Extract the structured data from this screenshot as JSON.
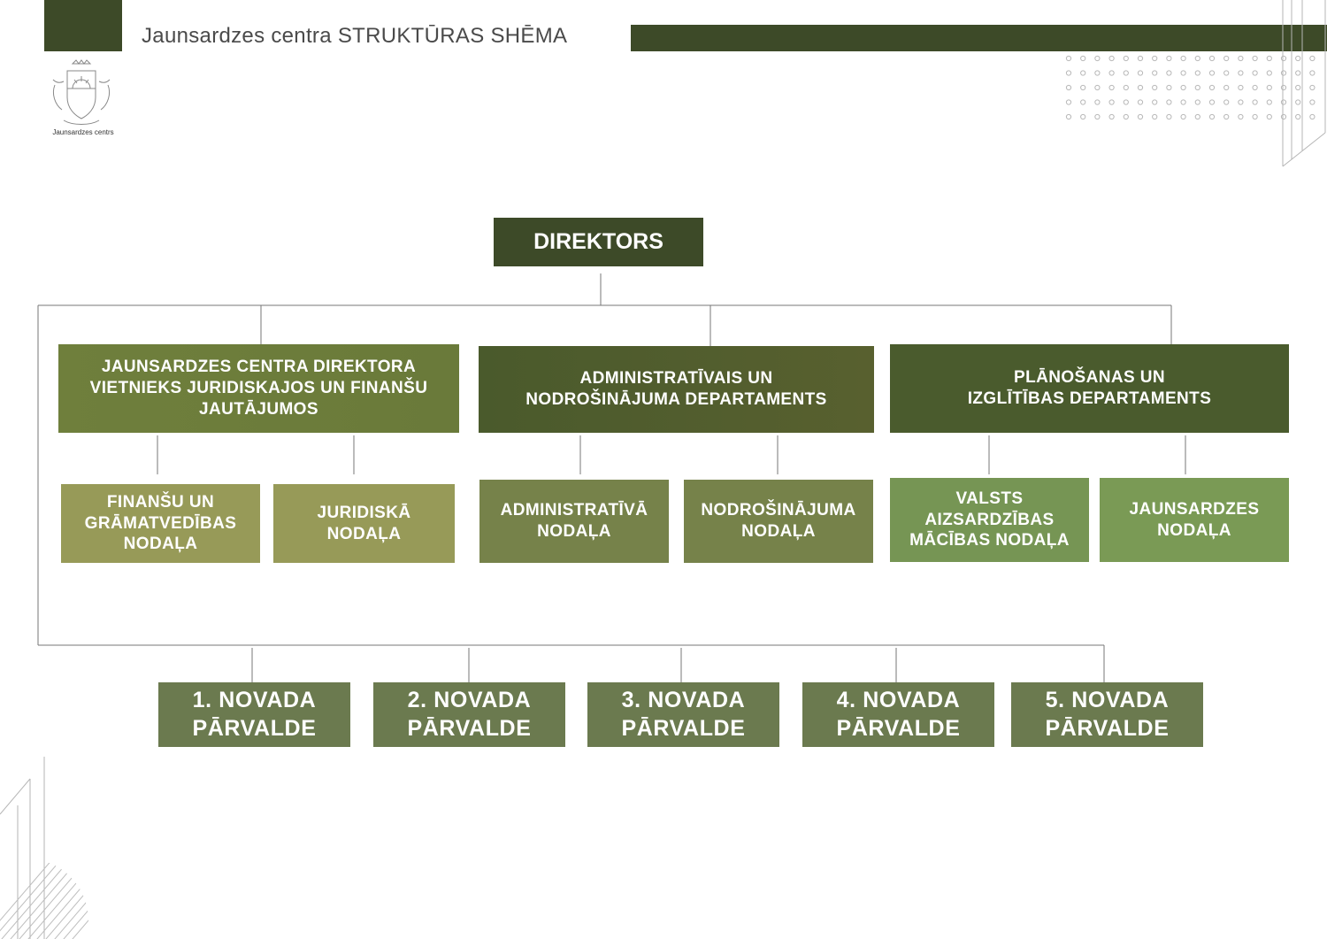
{
  "header": {
    "title": "Jaunsardzes centra STRUKTŪRAS SHĒMA",
    "logo_caption": "Jaunsardzes centrs"
  },
  "colors": {
    "dark_green": "#3d4a28",
    "olive": "#6f7f3c",
    "moss": "#4a5a2c",
    "khaki": "#979a58",
    "sage": "#76824a",
    "leaf": "#769554",
    "region": "#6b7a4f"
  },
  "icons": [
    "coat-of-arms-icon"
  ],
  "org": {
    "director": "DIREKTORS",
    "departments": [
      {
        "lines": [
          "JAUNSARDZES CENTRA DIREKTORA",
          "VIETNIEKS JURIDISKAJOS UN FINANŠU",
          "JAUTĀJUMOS"
        ],
        "units": [
          {
            "lines": [
              "FINANŠU UN",
              "GRĀMATVEDĪBAS",
              "NODAĻA"
            ]
          },
          {
            "lines": [
              "JURIDISKĀ",
              "NODAĻA"
            ]
          }
        ]
      },
      {
        "lines": [
          "ADMINISTRATĪVAIS UN",
          "NODROŠINĀJUMA DEPARTAMENTS"
        ],
        "units": [
          {
            "lines": [
              "ADMINISTRATĪVĀ",
              "NODAĻA"
            ]
          },
          {
            "lines": [
              "NODROŠINĀJUMA",
              "NODAĻA"
            ]
          }
        ]
      },
      {
        "lines": [
          "PLĀNOŠANAS UN",
          "IZGLĪTĪBAS DEPARTAMENTS"
        ],
        "units": [
          {
            "lines": [
              "VALSTS",
              "AIZSARDZĪBAS",
              "MĀCĪBAS NODAĻA"
            ]
          },
          {
            "lines": [
              "JAUNSARDZES",
              "NODAĻA"
            ]
          }
        ]
      }
    ],
    "regions": [
      {
        "lines": [
          "1. NOVADA",
          "PĀRVALDE"
        ]
      },
      {
        "lines": [
          "2. NOVADA",
          "PĀRVALDE"
        ]
      },
      {
        "lines": [
          "3. NOVADA",
          "PĀRVALDE"
        ]
      },
      {
        "lines": [
          "4. NOVADA",
          "PĀRVALDE"
        ]
      },
      {
        "lines": [
          "5. NOVADA",
          "PĀRVALDE"
        ]
      }
    ]
  }
}
